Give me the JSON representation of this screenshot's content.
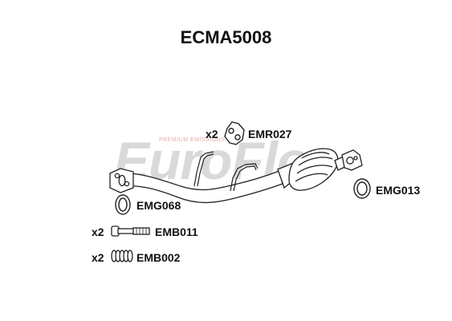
{
  "title": "ECMA5008",
  "watermark": {
    "brand": "EuroFlo",
    "tagline": "PREMIUM EMISSIONS"
  },
  "parts": [
    {
      "qty": "x2",
      "code": "EMR027"
    },
    {
      "qty": "",
      "code": "EMG068"
    },
    {
      "qty": "",
      "code": "EMG013"
    },
    {
      "qty": "x2",
      "code": "EMB011"
    },
    {
      "qty": "x2",
      "code": "EMB002"
    }
  ]
}
